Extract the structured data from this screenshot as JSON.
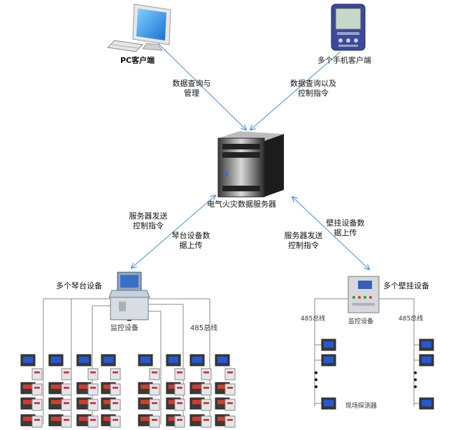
{
  "nodes": {
    "pc_client": "PC客户端",
    "mobile_clients": "多个手机客户端",
    "server": "电气火灾数据服务器",
    "cabinet_devices": "多个琴台设备",
    "wall_devices": "多个壁挂设备",
    "cabinet_monitor": "监控设备",
    "wall_monitor": "监控设备",
    "field_detector": "现场探测器"
  },
  "edges": {
    "pc_to_server": [
      "数据查询与",
      "管理"
    ],
    "mobile_to_server": [
      "数据查询以及",
      "控制指令"
    ],
    "server_to_cabinet": [
      "服务器发送",
      "控制指令"
    ],
    "cabinet_to_server": [
      "琴台设备数",
      "据上传"
    ],
    "server_to_wall": [
      "服务器发送",
      "控制指令"
    ],
    "wall_to_server": [
      "壁挂设备数",
      "据上传"
    ]
  },
  "bus": {
    "cabinet_bus": "485总线",
    "wall_bus_left": "485总线",
    "wall_bus_right": "485总线"
  },
  "colors": {
    "arrow": "#4a8fd0",
    "wire": "#8a8a8a",
    "monitor_screen": "#2458d8",
    "device_body": "#cfd4da"
  }
}
